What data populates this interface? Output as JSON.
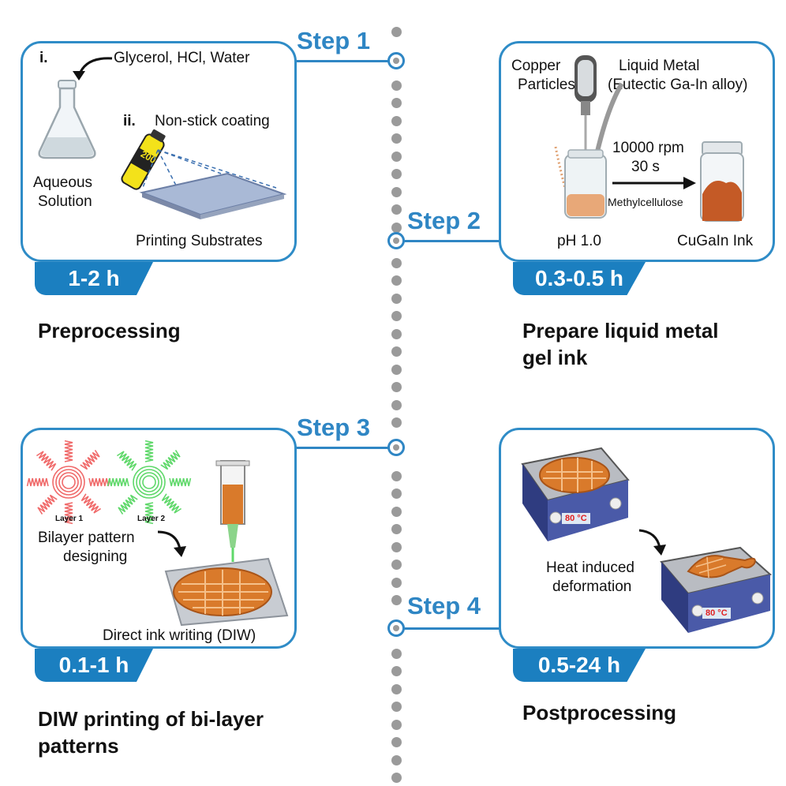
{
  "timeline": {
    "steps": [
      "Step 1",
      "Step 2",
      "Step 3",
      "Step 4"
    ]
  },
  "panel1": {
    "items": {
      "i_marker": "i.",
      "ii_marker": "ii."
    },
    "labels": {
      "reagents": "Glycerol, HCl, Water",
      "coating": "Non-stick coating",
      "solution_line1": "Aqueous",
      "solution_line2": "Solution",
      "substrate": "Printing Substrates",
      "can_text": "200"
    },
    "duration": "1-2 h",
    "title": "Preprocessing"
  },
  "panel2": {
    "labels": {
      "copper_line1": "Copper",
      "copper_line2": "Particles",
      "lm_line1": "Liquid Metal",
      "lm_line2": "(Eutectic Ga-In alloy)",
      "rpm": "10000 rpm",
      "time": "30 s",
      "additive": "Methylcellulose",
      "ph": "pH 1.0",
      "ink": "CuGaIn Ink"
    },
    "duration": "0.3-0.5 h",
    "title_line1": "Prepare liquid metal",
    "title_line2": "gel ink"
  },
  "panel3": {
    "labels": {
      "layer1": "Layer 1",
      "layer2": "Layer 2",
      "design_line1": "Bilayer pattern",
      "design_line2": "designing",
      "diw": "Direct ink writing (DIW)"
    },
    "duration": "0.1-1 h",
    "title_line1": "DIW printing of bi-layer",
    "title_line2": "patterns"
  },
  "panel4": {
    "labels": {
      "temp_display": "80 °C",
      "heat_line1": "Heat induced",
      "heat_line2": "deformation"
    },
    "duration": "0.5-24 h",
    "title": "Postprocessing"
  },
  "colors": {
    "accent": "#2f86c4",
    "tab": "#1b7fc0",
    "ink": "#d97a2b",
    "red_pattern": "#f06a6a",
    "green_pattern": "#5fd86a",
    "hotplate": "#3a4a9a"
  }
}
